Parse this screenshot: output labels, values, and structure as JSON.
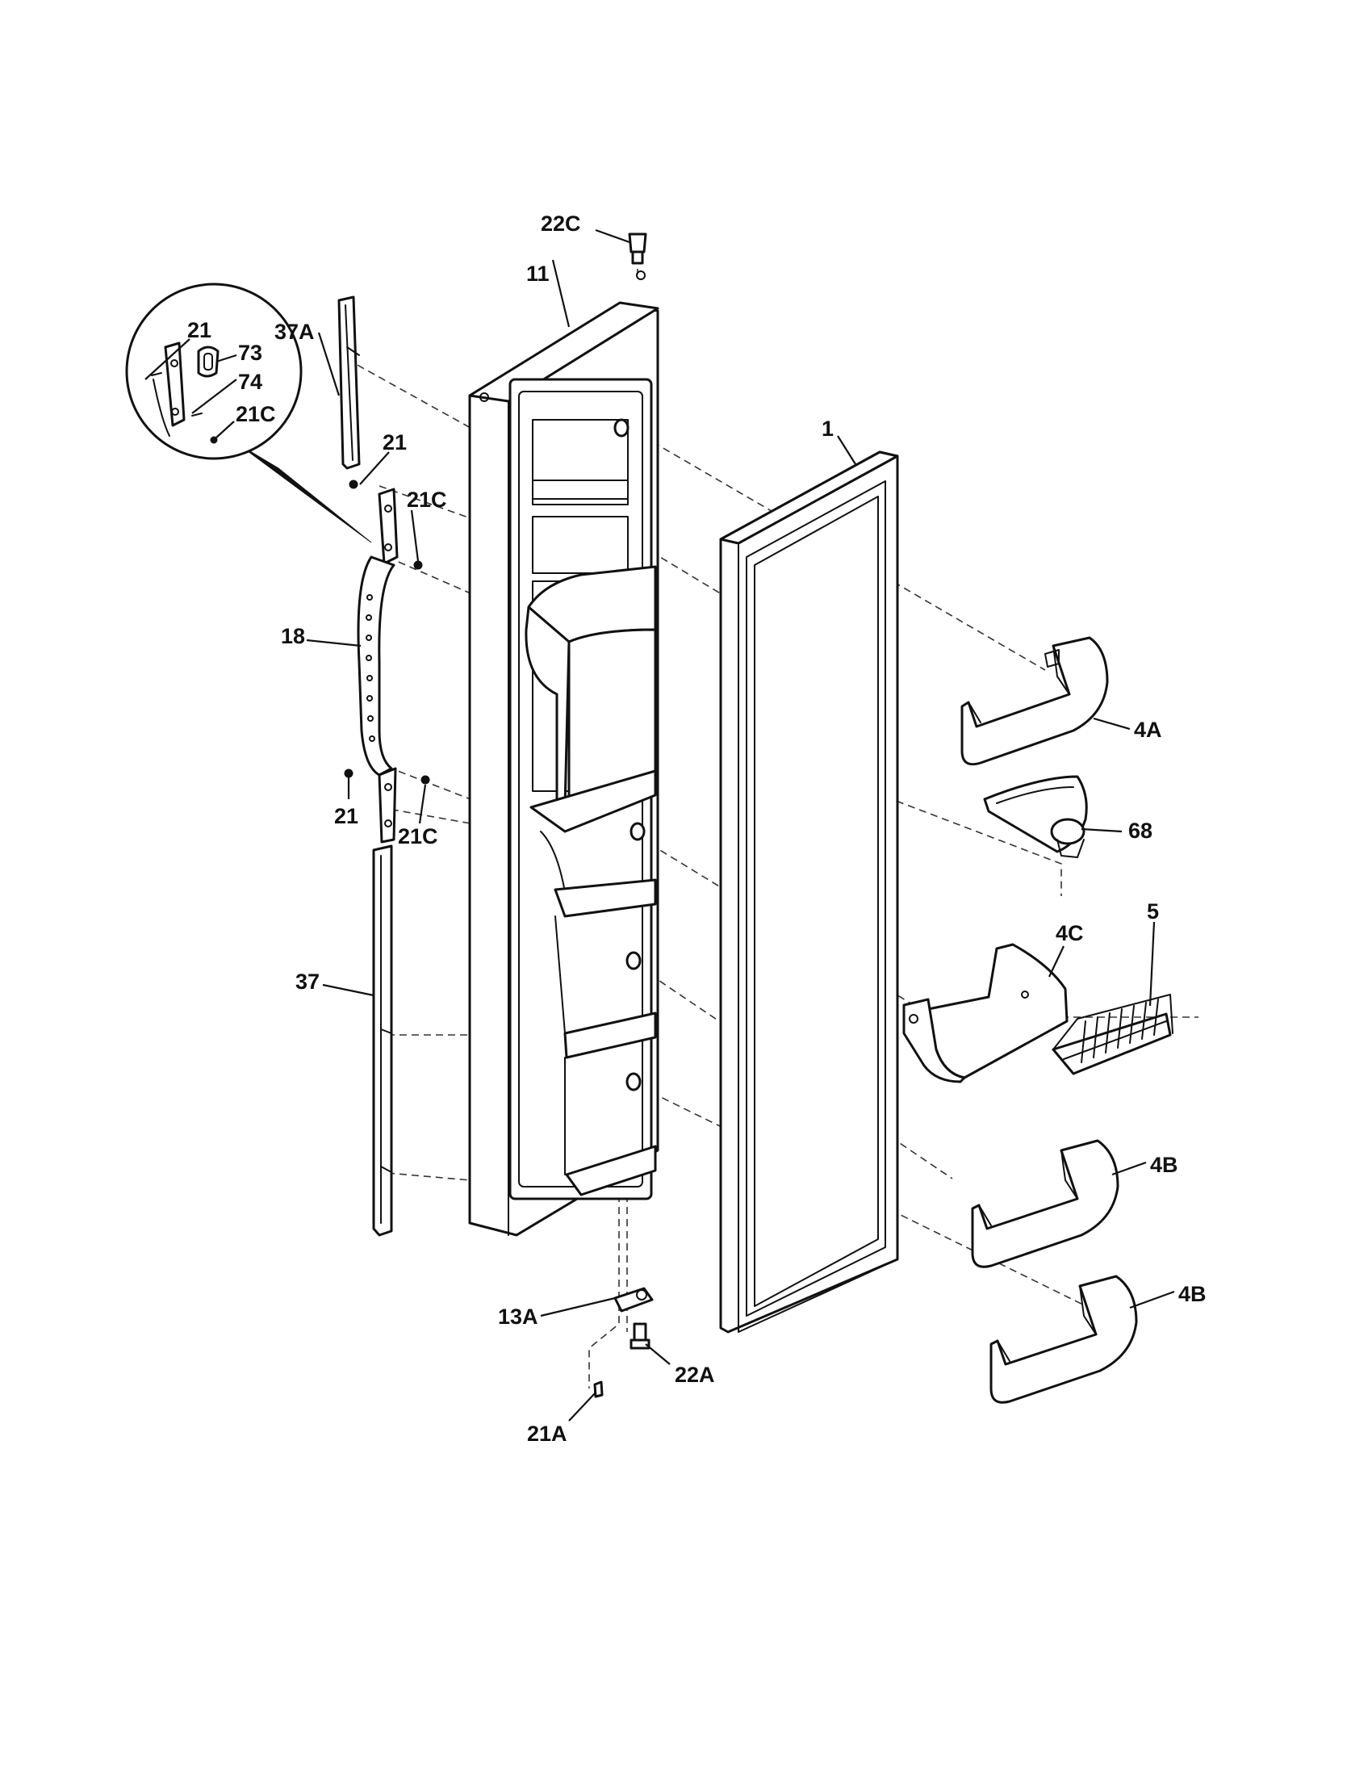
{
  "diagram": {
    "callouts": {
      "p1": "1",
      "p4A": "4A",
      "p4B_upper": "4B",
      "p4B_lower": "4B",
      "p4C": "4C",
      "p5": "5",
      "p11": "11",
      "p13A": "13A",
      "p18": "18",
      "p21_top": "21",
      "p21_bottom": "21",
      "p21_detail": "21",
      "p21A": "21A",
      "p21C_top": "21C",
      "p21C_bottom": "21C",
      "p21C_detail": "21C",
      "p22A": "22A",
      "p22C": "22C",
      "p37": "37",
      "p37A": "37A",
      "p68": "68",
      "p73": "73",
      "p74": "74"
    }
  }
}
